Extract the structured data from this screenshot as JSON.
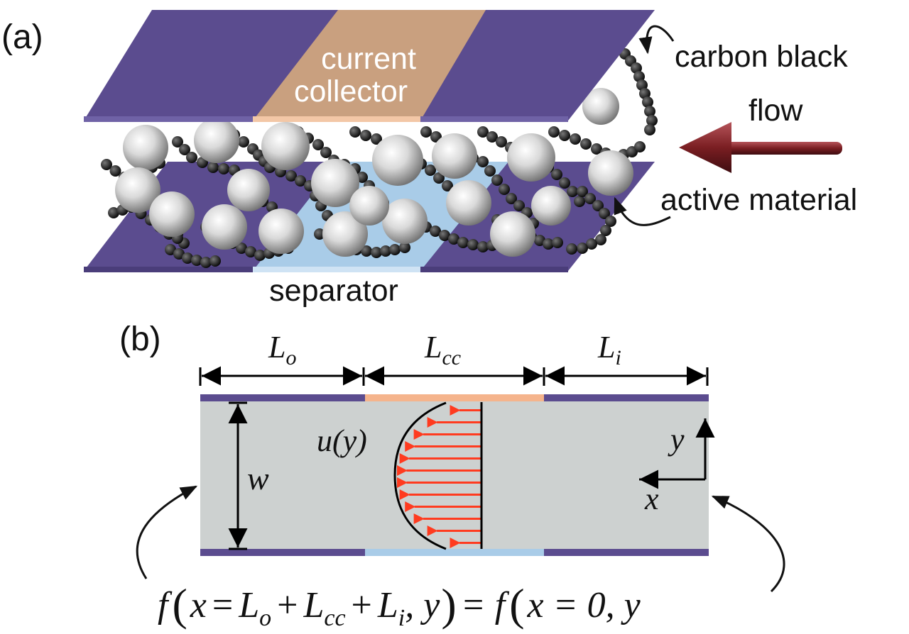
{
  "panel_a": {
    "label": "(a)",
    "current_collector_line1": "current",
    "current_collector_line2": "collector",
    "carbon_black": "carbon black",
    "flow": "flow",
    "active_material": "active material",
    "separator": "separator"
  },
  "panel_b": {
    "label": "(b)",
    "Lo": {
      "main": "L",
      "sub": "o"
    },
    "Lcc": {
      "main": "L",
      "sub": "cc"
    },
    "Li": {
      "main": "L",
      "sub": "i"
    },
    "u_label": "u(y)",
    "w_label": "w",
    "y_axis": "y",
    "x_axis": "x",
    "equation": {
      "f1": "f",
      "x_eq": "x",
      "eq": "=",
      "plus": "+",
      "comma_y": ", y",
      "rhs": "= f",
      "x_eq_0": "x = 0, y",
      "L": "L",
      "sub_o": "o",
      "sub_cc": "cc",
      "sub_i": "i"
    }
  },
  "colors": {
    "collector_plate": "#5b4c8f",
    "current_collector": "#c9a07f",
    "separator": "#a9cce8",
    "channel": "#cdd1d0",
    "velocity_arrows": "#ff3b1f",
    "flow_arrow": "#7a1e22",
    "particles": "#c8c8c8",
    "carbon": "#1a1a1a"
  }
}
